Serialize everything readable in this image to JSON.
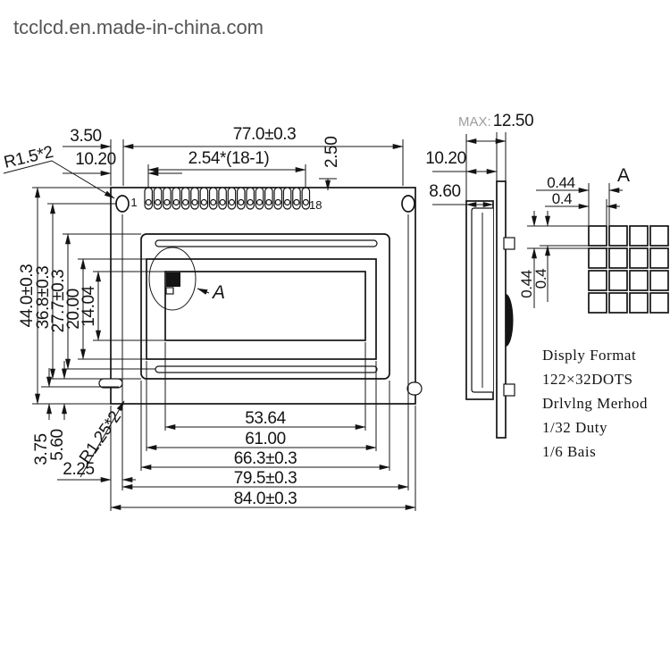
{
  "watermark": "tcclcd.en.made-in-china.com",
  "front": {
    "top": {
      "edge_offset": "3.50",
      "width": "77.0±0.3",
      "pin_pitch": "2.54*(18-1)",
      "pin_offset": "10.20",
      "pad_len": "2.50"
    },
    "pins": {
      "first": "1",
      "last": "18"
    },
    "left": {
      "h1": "44.0±0.3",
      "h2": "36.8±0.3",
      "h3": "27.7±0.3",
      "h4": "20.00",
      "h5": "14.04"
    },
    "bottom": {
      "w1": "53.64",
      "w2": "61.00",
      "w3": "66.3±0.3",
      "w4": "79.5±0.3",
      "w5": "84.0±0.3",
      "edge": "2.25",
      "n1": "3.75",
      "n2": "5.60",
      "r_notch": "R1.25*2"
    },
    "r_hole": "R1.5*2",
    "detail_ref": "A"
  },
  "side": {
    "max_prefix": "MAX:",
    "max_value": "12.50",
    "d1": "10.20",
    "d2": "8.60"
  },
  "detail": {
    "label": "A",
    "pitch_h": "0.44",
    "dot_w": "0.4",
    "pitch_v": "0.44",
    "dot_h": "0.4"
  },
  "specs": {
    "l1": "Disply Format",
    "l2": "122×32DOTS",
    "l3": "Drlvlng Merhod",
    "l4": "1/32  Duty",
    "l5": "1/6  Bais"
  }
}
